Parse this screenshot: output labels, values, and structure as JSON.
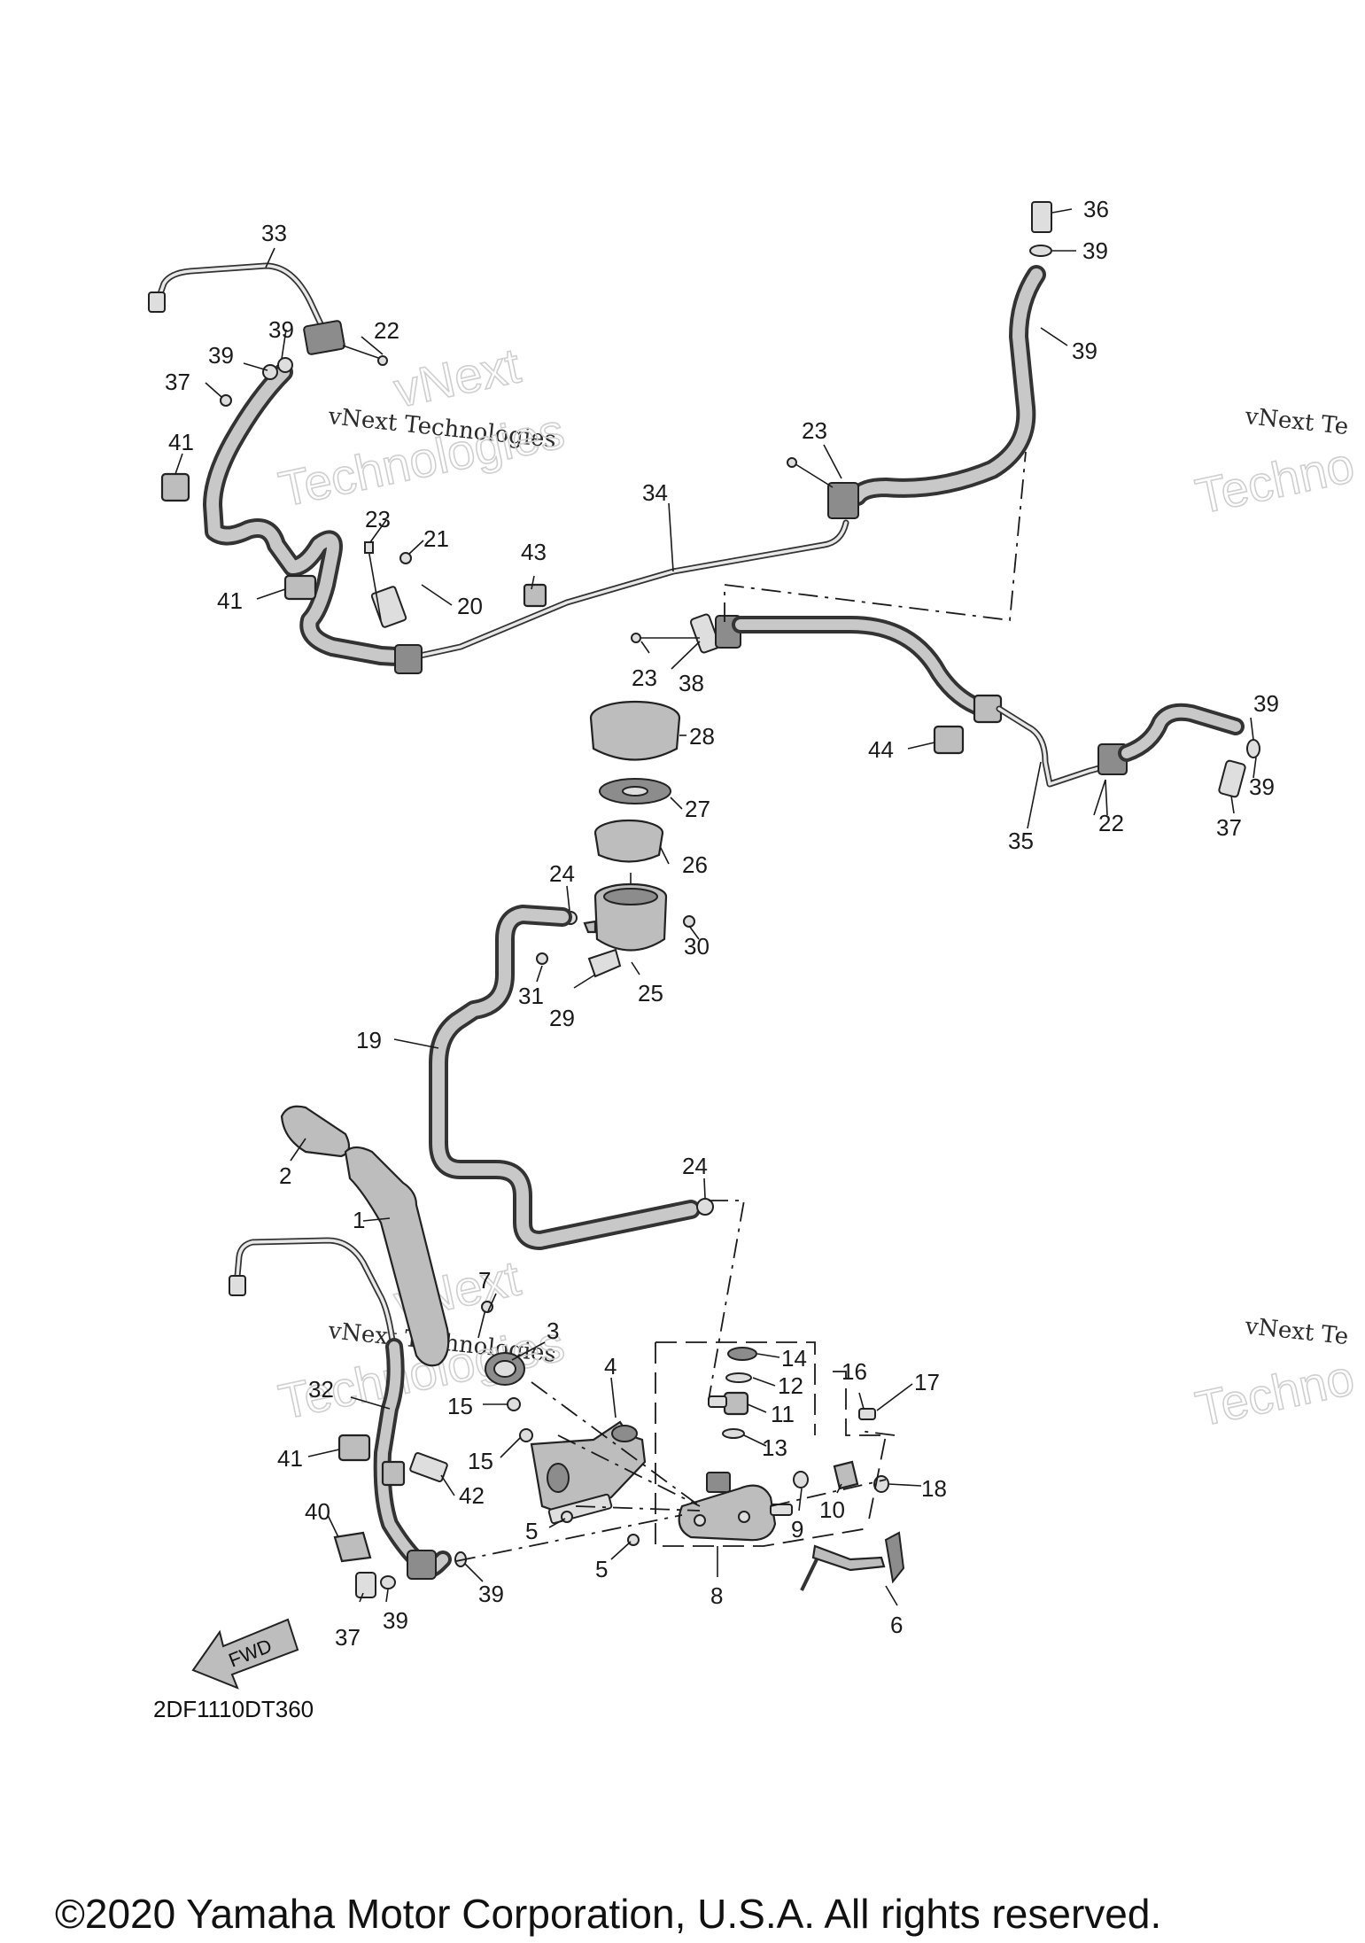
{
  "diagram_code": "2DF1110DT360",
  "copyright": "©2020 Yamaha Motor Corporation, U.S.A. All rights reserved.",
  "watermark": {
    "line1": "vNext Technologies",
    "line2a": "vNext",
    "line2b": "Technologies",
    "edge1": "vNext Te",
    "edge2": "Techno"
  },
  "direction_marker": "FWD",
  "callouts": [
    "1",
    "2",
    "3",
    "4",
    "5",
    "6",
    "7",
    "8",
    "9",
    "10",
    "11",
    "12",
    "13",
    "14",
    "15",
    "16",
    "17",
    "18",
    "19",
    "20",
    "21",
    "22",
    "23",
    "24",
    "25",
    "26",
    "27",
    "28",
    "29",
    "30",
    "31",
    "32",
    "33",
    "34",
    "35",
    "36",
    "37",
    "38",
    "39",
    "40",
    "41",
    "42",
    "43",
    "44"
  ]
}
